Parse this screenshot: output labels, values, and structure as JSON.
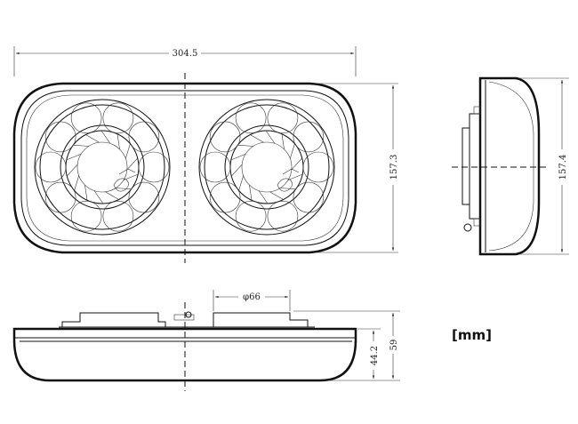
{
  "dimensions": {
    "overall_width": "304.5",
    "front_height": "157.3",
    "side_height": "157.4",
    "lens_diameter": "φ66",
    "body_height": "44.2",
    "total_height": "59"
  },
  "unit": "[mm]"
}
